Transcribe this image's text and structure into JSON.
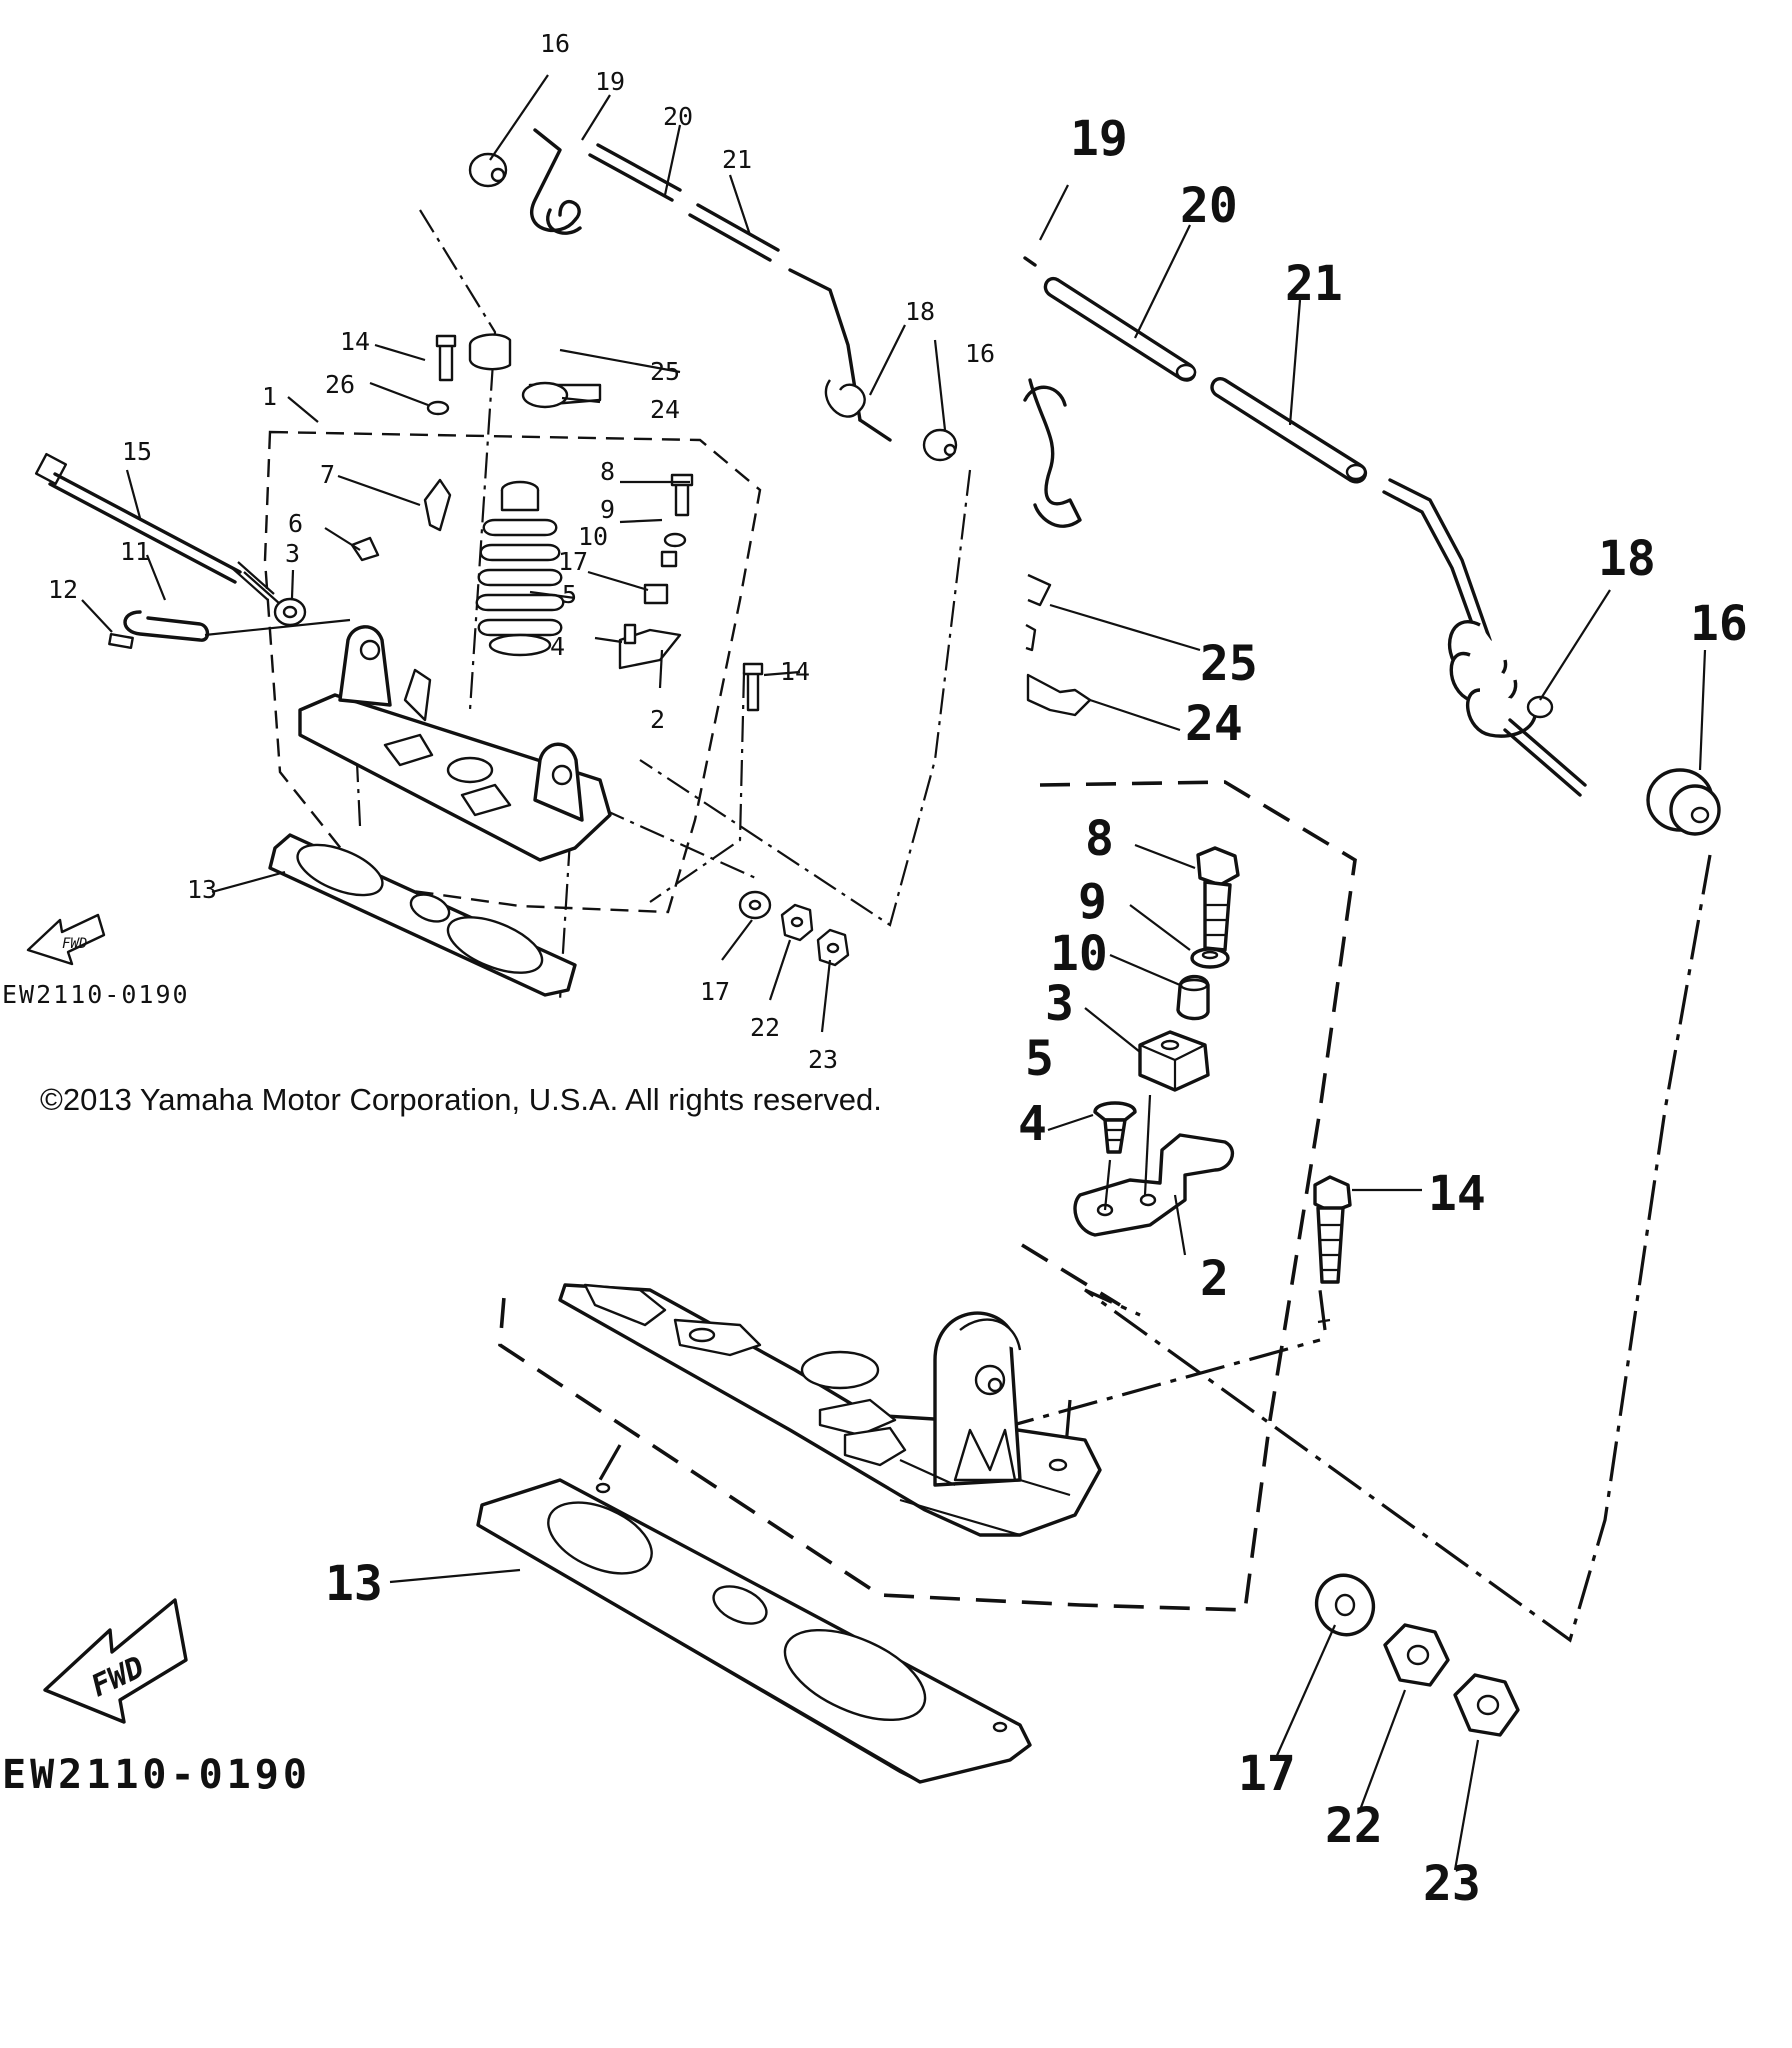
{
  "diagram": {
    "overview_callouts": [
      "16",
      "19",
      "20",
      "21",
      "18",
      "16",
      "14",
      "25",
      "26",
      "24",
      "1",
      "15",
      "7",
      "8",
      "9",
      "6",
      "10",
      "3",
      "17",
      "11",
      "12",
      "5",
      "4",
      "14",
      "2",
      "13",
      "17",
      "22",
      "23"
    ],
    "detail_callouts": [
      "19",
      "20",
      "21",
      "18",
      "16",
      "25",
      "24",
      "8",
      "9",
      "10",
      "3",
      "5",
      "4",
      "14",
      "2",
      "13",
      "17",
      "22",
      "23"
    ],
    "fwd_label": "FWD",
    "diagram_code": "EW2110-0190",
    "copyright": "©2013 Yamaha Motor Corporation, U.S.A. All rights reserved."
  }
}
